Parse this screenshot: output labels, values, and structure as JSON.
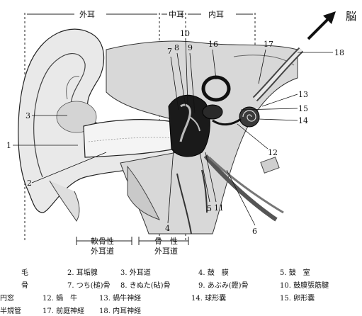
{
  "header": {
    "outer_ear": "外耳",
    "middle_ear": "中耳",
    "inner_ear": "内耳"
  },
  "brain_label": "脳",
  "bottom_labels": {
    "cartilaginous_canal_line1": "軟骨性",
    "cartilaginous_canal_line2": "外耳道",
    "bony_canal_line1": "骨　性",
    "bony_canal_line2": "外耳道"
  },
  "callouts": [
    "1",
    "2",
    "3",
    "4",
    "5",
    "6",
    "7",
    "8",
    "9",
    "10",
    "11",
    "12",
    "13",
    "14",
    "15",
    "16",
    "17",
    "18"
  ],
  "legend": [
    {
      "num": "",
      "text": "毛"
    },
    {
      "num": "2.",
      "text": "耳垢腺"
    },
    {
      "num": "3.",
      "text": "外耳道"
    },
    {
      "num": "4.",
      "text": "鼓　膜"
    },
    {
      "num": "5.",
      "text": "鼓　室"
    },
    {
      "num": "",
      "text": "骨"
    },
    {
      "num": "7.",
      "text": "つち(槌)骨"
    },
    {
      "num": "8.",
      "text": "きぬた(砧)骨"
    },
    {
      "num": "9.",
      "text": "あぶみ(鐙)骨"
    },
    {
      "num": "10.",
      "text": "鼓膜張筋腱"
    },
    {
      "num": "",
      "text": "円窓"
    },
    {
      "num": "12.",
      "text": "蝸　牛"
    },
    {
      "num": "13.",
      "text": "蝸牛神経"
    },
    {
      "num": "14.",
      "text": "球形嚢"
    },
    {
      "num": "15.",
      "text": "卵形嚢"
    },
    {
      "num": "",
      "text": "半規管"
    },
    {
      "num": "17.",
      "text": "前庭神経"
    },
    {
      "num": "18.",
      "text": "内耳神経"
    }
  ],
  "colors": {
    "ink": "#111111",
    "shade": "#555555",
    "light": "#cfcfcf"
  }
}
